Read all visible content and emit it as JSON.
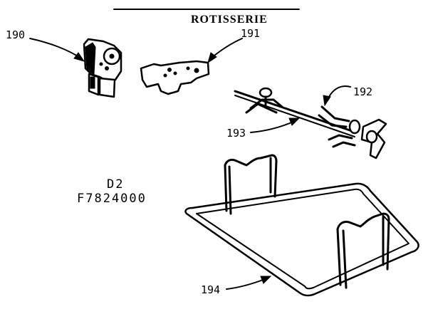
{
  "diagram": {
    "title": "ROTISSERIE",
    "code_line1": "D2",
    "code_line2": "F7824000",
    "parts": [
      {
        "number": "190"
      },
      {
        "number": "191"
      },
      {
        "number": "192"
      },
      {
        "number": "193"
      },
      {
        "number": "194"
      }
    ]
  }
}
